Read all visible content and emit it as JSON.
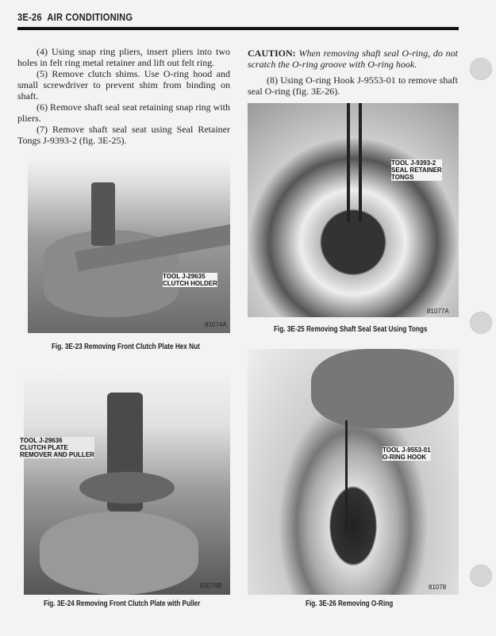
{
  "header": {
    "page_number": "3E-26",
    "section": "AIR CONDITIONING"
  },
  "left_column": [
    "(4) Using snap ring pliers, insert pliers into two holes in felt ring metal retainer and lift out felt ring.",
    "(5) Remove clutch shims. Use O-ring hood and small screwdriver to prevent shim from binding on shaft.",
    "(6) Remove shaft seal seat retaining snap ring with pliers.",
    "(7) Remove shaft seal seat using Seal Retainer Tongs J-9393-2 (fig. 3E-25)."
  ],
  "right_column": {
    "caution_label": "CAUTION:",
    "caution_text": "When removing shaft seal O-ring, do not scratch the O-ring groove with O-ring hook.",
    "step8": "(8) Using O-ring Hook J-9553-01 to remove shaft seal O-ring (fig. 3E-26)."
  },
  "figures": [
    {
      "caption": "Fig. 3E-23   Removing Front Clutch Plate Hex Nut",
      "code": "81074A",
      "tool_line1": "TOOL J-29635",
      "tool_line2": "CLUTCH HOLDER"
    },
    {
      "caption": "Fig. 3E-25   Removing Shaft Seal Seat Using Tongs",
      "code": "81077A",
      "tool_line1": "TOOL J-9393-2",
      "tool_line2": "SEAL RETAINER",
      "tool_line3": "TONGS"
    },
    {
      "caption": "Fig. 3E-24   Removing Front Clutch Plate with Puller",
      "code": "81074B",
      "tool_line1": "TOOL J-29636",
      "tool_line2": "CLUTCH PLATE",
      "tool_line3": "REMOVER AND PULLER"
    },
    {
      "caption": "Fig. 3E-26   Removing O-Ring",
      "code": "81078",
      "tool_line1": "TOOL J-9553-01",
      "tool_line2": "O-RING HOOK"
    }
  ]
}
